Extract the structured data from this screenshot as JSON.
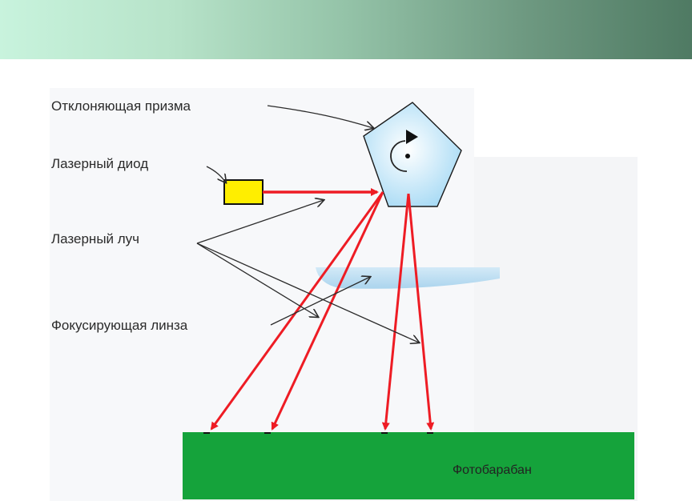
{
  "diagram": {
    "labels": {
      "prism": "Отклоняющая призма",
      "laser_diode": "Лазерный диод",
      "laser_beam": "Лазерный луч",
      "focusing_lens": "Фокусирующая линза",
      "photodrum": "Фотобарабан"
    },
    "colors": {
      "header_start": "#c8f3dd",
      "header_end": "#4f7a63",
      "beam": "#ee1c24",
      "diode": "#ffee00",
      "prism_fill": "#c9e8f7",
      "lens": "#a9d4ee",
      "drum": "#15a33b"
    },
    "icons": [
      "rotation-arrow-icon"
    ]
  }
}
